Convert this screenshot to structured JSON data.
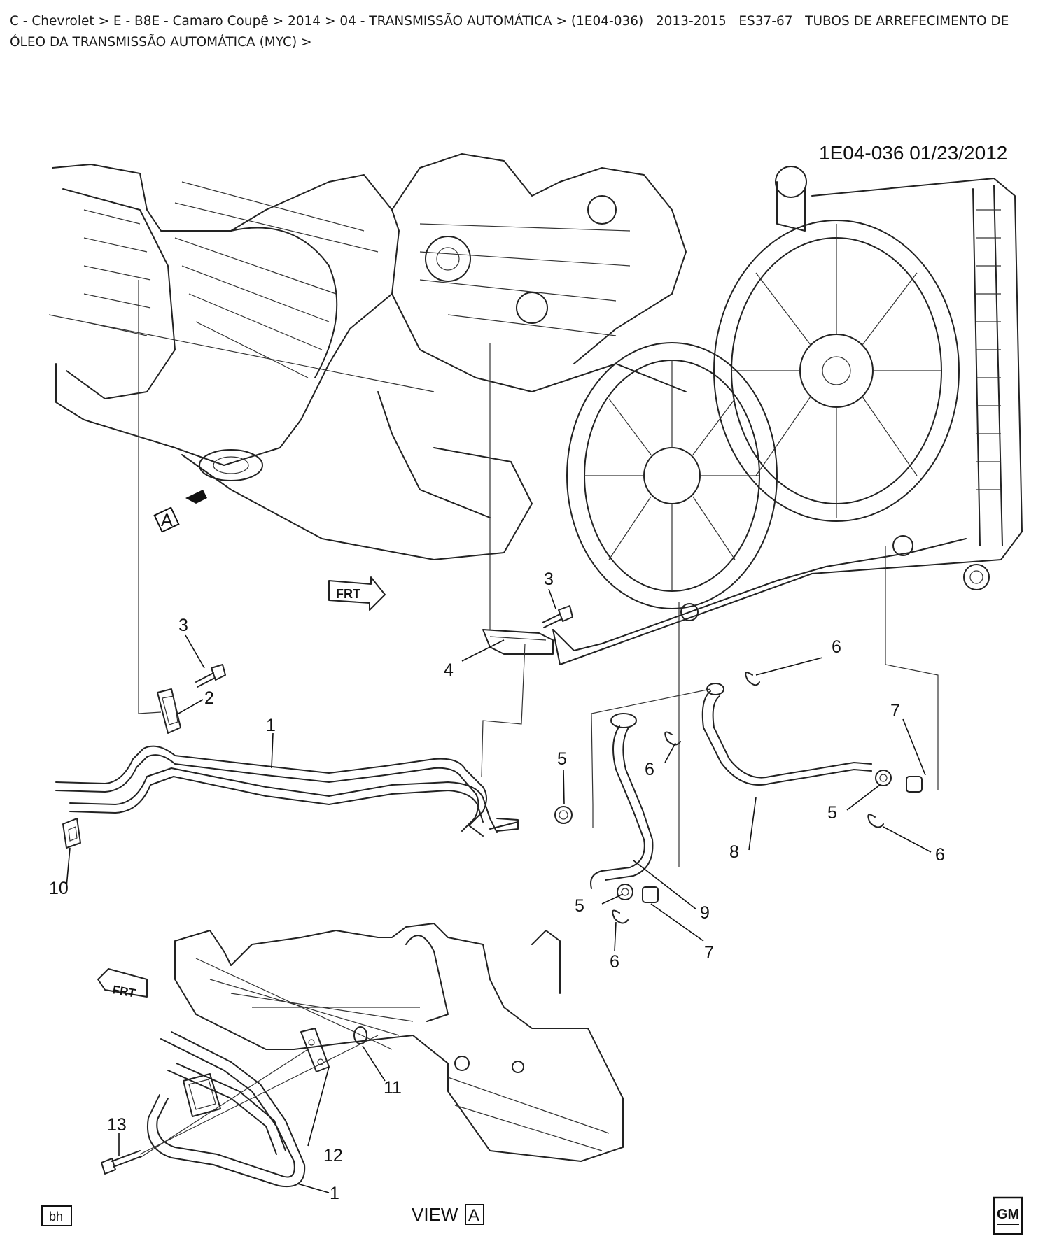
{
  "breadcrumb": {
    "parts": [
      "C - Chevrolet",
      "E - B8E - Camaro Coupê",
      "2014",
      "04 - TRANSMISSÃO AUTOMÁTICA",
      "(1E04-036)   2013-2015   ES37-67   TUBOS DE ARREFECIMENTO DE ÓLEO DA TRANSMISSÃO AUTOMÁTICA (MYC)"
    ],
    "separator": " > "
  },
  "diagram": {
    "reference": "1E04-036  01/23/2012",
    "callouts": {
      "c1a": "1",
      "c1b": "1",
      "c2": "2",
      "c3a": "3",
      "c3b": "3",
      "c4": "4",
      "c5a": "5",
      "c5b": "5",
      "c5c": "5",
      "c6a": "6",
      "c6b": "6",
      "c6c": "6",
      "c6d": "6",
      "c7a": "7",
      "c7b": "7",
      "c8": "8",
      "c9": "9",
      "c10": "10",
      "c11": "11",
      "c12": "12",
      "c13": "13"
    },
    "arrow_label": "FRT",
    "view_marker": "A",
    "view_label": "VIEW",
    "view_letter": "A",
    "footer_code": "bh",
    "logo_text": "GM"
  }
}
